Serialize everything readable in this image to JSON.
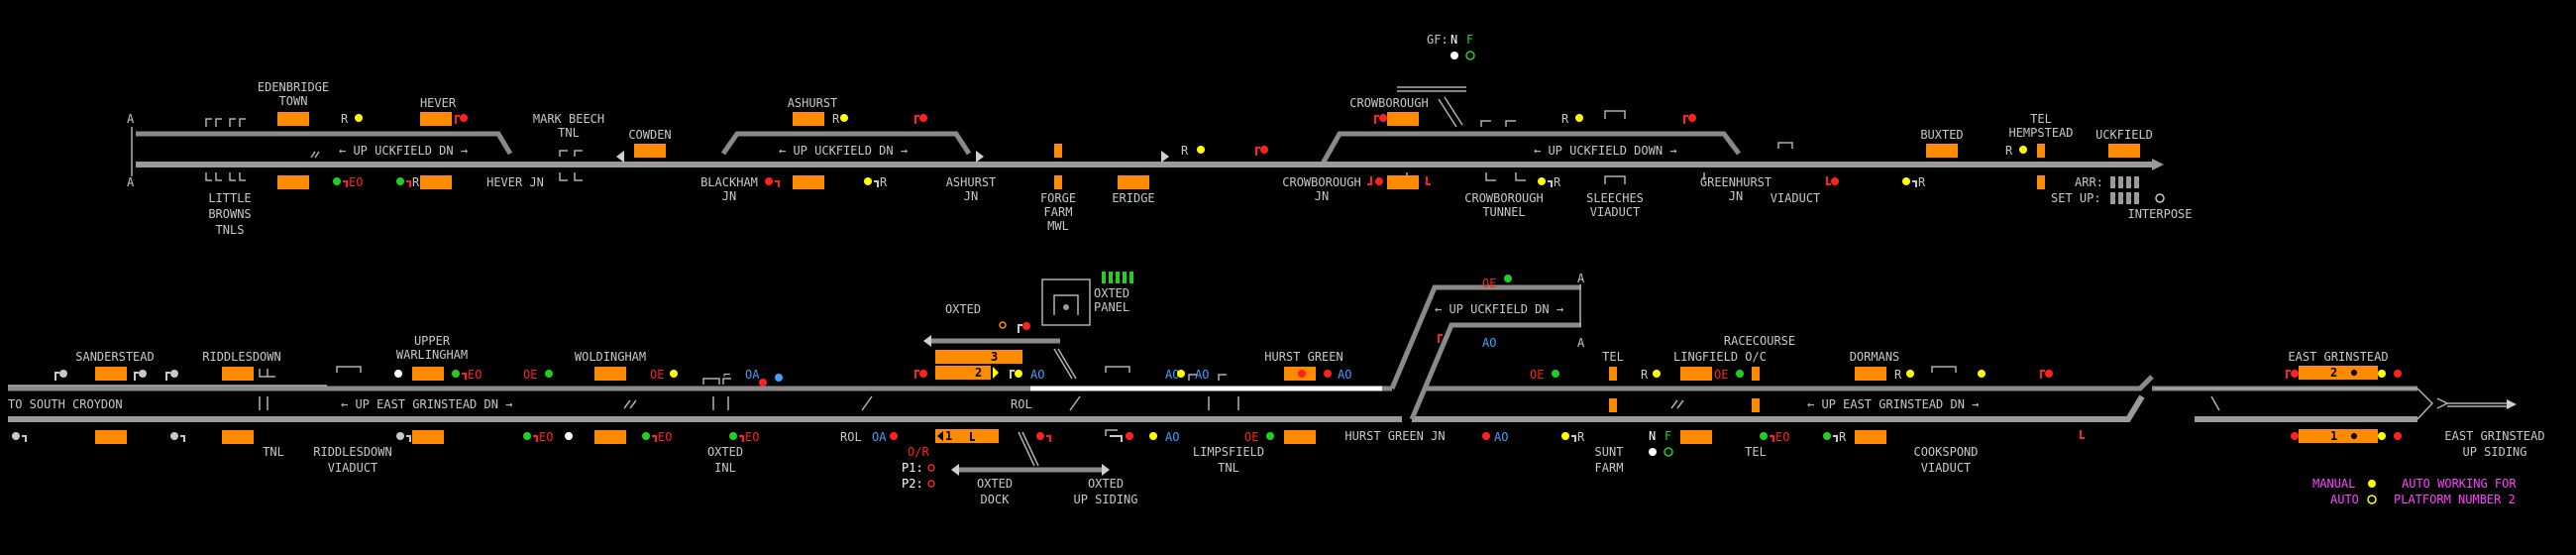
{
  "top_indicators": {
    "gf_label": "GF:",
    "gf_n": "N",
    "gf_f": "F"
  },
  "line_labels": {
    "up_uckfield_dn": "← UP UCKFIELD DN →",
    "up_uckfield_down": "← UP UCKFIELD DOWN →",
    "up_east_grinstead_dn": "← UP EAST GRINSTEAD DN →",
    "to_south_croydon": "TO SOUTH CROYDON",
    "rol": "ROL"
  },
  "stations_top": [
    {
      "id": "edenbridge",
      "lines": [
        "EDENBRIDGE",
        "TOWN"
      ]
    },
    {
      "id": "hever",
      "lines": [
        "HEVER"
      ]
    },
    {
      "id": "mark-beech",
      "lines": [
        "MARK BEECH",
        "TNL"
      ]
    },
    {
      "id": "cowden",
      "lines": [
        "COWDEN"
      ]
    },
    {
      "id": "ashurst",
      "lines": [
        "ASHURST"
      ]
    },
    {
      "id": "crowborough",
      "lines": [
        "CROWBOROUGH"
      ]
    },
    {
      "id": "buxted",
      "lines": [
        "BUXTED"
      ]
    },
    {
      "id": "tel-hempstead",
      "lines": [
        "TEL",
        "HEMPSTEAD"
      ]
    },
    {
      "id": "uckfield",
      "lines": [
        "UCKFIELD"
      ]
    }
  ],
  "labels_top_below": [
    {
      "id": "little-browns",
      "lines": [
        "LITTLE",
        "BROWNS",
        "TNLS"
      ]
    },
    {
      "id": "hever-jn",
      "lines": [
        "HEVER JN"
      ]
    },
    {
      "id": "blackham-jn",
      "lines": [
        "BLACKHAM",
        "JN"
      ]
    },
    {
      "id": "ashurst-jn",
      "lines": [
        "ASHURST",
        "JN"
      ]
    },
    {
      "id": "forge-farm",
      "lines": [
        "FORGE",
        "FARM",
        "MWL"
      ]
    },
    {
      "id": "eridge",
      "lines": [
        "ERIDGE"
      ]
    },
    {
      "id": "crowborough-jn",
      "lines": [
        "CROWBOROUGH",
        "JN"
      ]
    },
    {
      "id": "crowborough-tunnel",
      "lines": [
        "CROWBOROUGH",
        "TUNNEL"
      ]
    },
    {
      "id": "sleeches",
      "lines": [
        "SLEECHES",
        "VIADUCT"
      ]
    },
    {
      "id": "greenhurst",
      "lines": [
        "GREENHURST",
        "JN"
      ]
    },
    {
      "id": "viaduct",
      "lines": [
        "VIADUCT"
      ]
    }
  ],
  "arr_panel": {
    "arr": "ARR:",
    "setup": "SET UP:",
    "interpose": "INTERPOSE"
  },
  "oxted_panel": {
    "label": [
      "OXTED",
      "PANEL"
    ],
    "oxted": "OXTED"
  },
  "stations_bottom": [
    {
      "id": "sanderstead",
      "lines": [
        "SANDERSTEAD"
      ]
    },
    {
      "id": "riddlesdown",
      "lines": [
        "RIDDLESDOWN"
      ]
    },
    {
      "id": "upper-warlingham",
      "lines": [
        "UPPER",
        "WARLINGHAM"
      ]
    },
    {
      "id": "woldingham",
      "lines": [
        "WOLDINGHAM"
      ]
    },
    {
      "id": "hurst-green",
      "lines": [
        "HURST GREEN"
      ]
    },
    {
      "id": "tel-b",
      "lines": [
        "TEL"
      ]
    },
    {
      "id": "lingfield",
      "lines": [
        "LINGFIELD O/C"
      ]
    },
    {
      "id": "racecourse",
      "lines": [
        "RACECOURSE"
      ]
    },
    {
      "id": "dormans",
      "lines": [
        "DORMANS"
      ]
    },
    {
      "id": "east-grinstead",
      "lines": [
        "EAST GRINSTEAD"
      ]
    }
  ],
  "labels_bottom_below": [
    {
      "id": "tnl",
      "lines": [
        "TNL"
      ]
    },
    {
      "id": "riddlesdown-viaduct",
      "lines": [
        "RIDDLESDOWN",
        "VIADUCT"
      ]
    },
    {
      "id": "oxted-inl",
      "lines": [
        "OXTED",
        "INL"
      ]
    },
    {
      "id": "oxted-dock",
      "lines": [
        "OXTED",
        "DOCK"
      ]
    },
    {
      "id": "oxted-up-siding",
      "lines": [
        "OXTED",
        "UP SIDING"
      ]
    },
    {
      "id": "limpsfield",
      "lines": [
        "LIMPSFIELD",
        "TNL"
      ]
    },
    {
      "id": "hurst-green-jn",
      "lines": [
        "HURST GREEN JN"
      ]
    },
    {
      "id": "sunt-farm",
      "lines": [
        "SUNT",
        "FARM"
      ]
    },
    {
      "id": "tel-c",
      "lines": [
        "TEL"
      ]
    },
    {
      "id": "cooksbond",
      "lines": [
        "COOKSPOND",
        "VIADUCT"
      ]
    },
    {
      "id": "eg-up-siding",
      "lines": [
        "EAST GRINSTEAD",
        "UP SIDING"
      ]
    }
  ],
  "platform_text": {
    "p1": "P1:",
    "p2": "P2:",
    "or": "O/R",
    "nf_n": "N",
    "nf_f": "F"
  },
  "legend": {
    "manual": "MANUAL",
    "auto": "AUTO",
    "auto_working": "AUTO WORKING FOR",
    "platform2": "PLATFORM NUMBER 2"
  },
  "berth_numbers": {
    "b3": "3",
    "b2": "2",
    "b1": "1",
    "eg2": "2",
    "eg1": "1"
  },
  "colors": {
    "track": "#8a8a8a",
    "berth": "#ff8a00",
    "red": "#ff2020",
    "yellow": "#ffff00",
    "green": "#20d020",
    "blue": "#40a0ff",
    "magenta": "#ff40ff",
    "label": "#c8c8c8"
  }
}
